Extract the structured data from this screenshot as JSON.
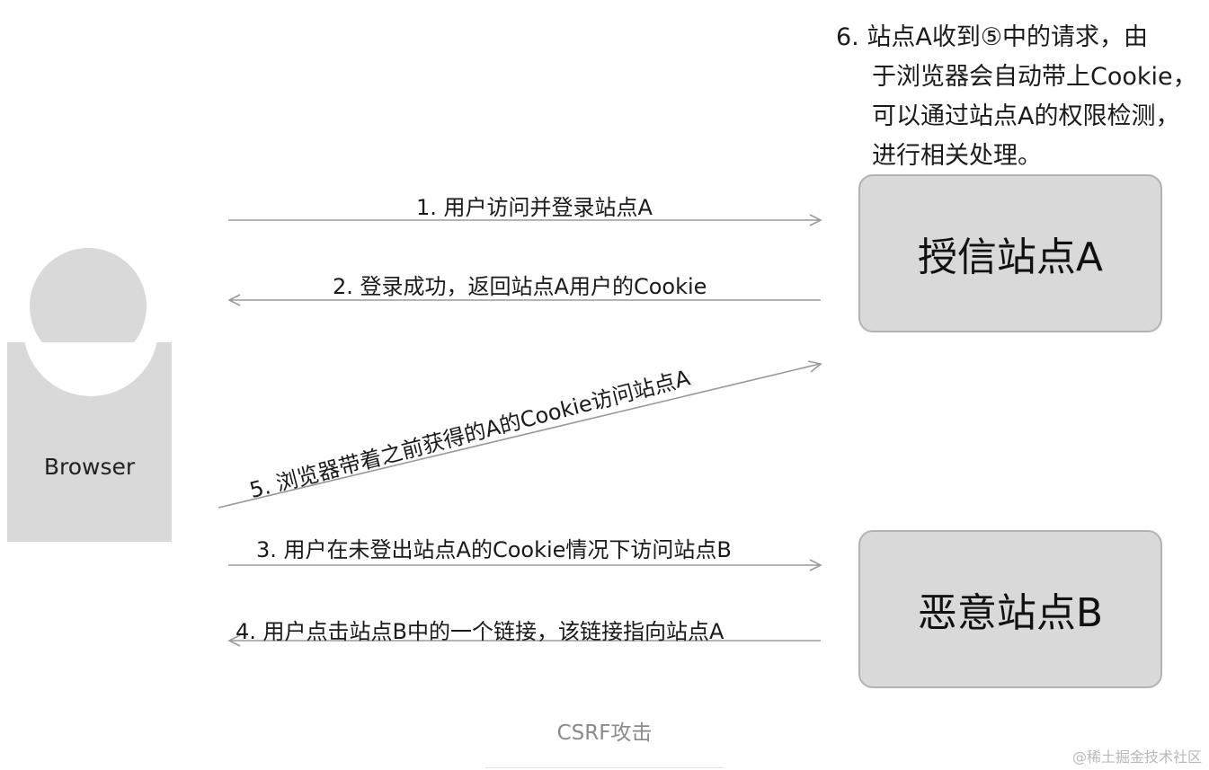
{
  "browser": {
    "label": "Browser"
  },
  "site_a": {
    "label": "授信站点A"
  },
  "site_b": {
    "label": "恶意站点B"
  },
  "steps": {
    "step1": "1. 用户访问并登录站点A",
    "step2": "2. 登录成功，返回站点A用户的Cookie",
    "step3": "3. 用户在未登出站点A的Cookie情况下访问站点B",
    "step4": "4. 用户点击站点B中的一个链接，该链接指向站点A",
    "step5": "5. 浏览器带着之前获得的A的Cookie访问站点A"
  },
  "note": {
    "lines": [
      "6. 站点A收到⑤中的请求，由",
      "于浏览器会自动带上Cookie，",
      "可以通过站点A的权限检测，",
      "进行相关处理。"
    ]
  },
  "caption": "CSRF攻击",
  "watermark": "@稀土掘金技术社区",
  "colors": {
    "figure_fill": "#d9d9d9",
    "box_border": "#b3b3b3",
    "arrow": "#9b9b9b",
    "caption": "#8a8a8a"
  }
}
